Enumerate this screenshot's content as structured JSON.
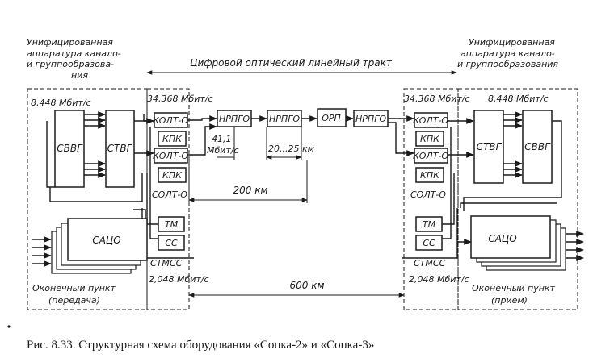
{
  "caption": "Рис. 8.33. Структурная схема оборудования «Сопка-2» и «Сопка-3»",
  "title_tract": "Цифровой оптический линейный тракт",
  "left": {
    "heading": [
      "Унифицированная",
      "аппаратура канало-",
      "и группообразова-",
      "ния"
    ],
    "rate_848": "8,448 Мбит/с",
    "rate_34": "34,368 Мбит/с",
    "rate_2048": "2,048 Мбит/с",
    "svvg": "СВВГ",
    "stvg": "СТВГ",
    "saco": "САЦО",
    "kolt1": "КОЛТ-О",
    "kpk1": "КПК",
    "kolt2": "КОЛТ-О",
    "kpk2": "КПК",
    "solt": "СОЛТ-О",
    "tm": "ТМ",
    "ss": "СС",
    "stmss": "СТМСС",
    "terminal": [
      "Оконечный пункт",
      "(передача)"
    ]
  },
  "right": {
    "heading": [
      "Унифицированная",
      "аппаратура канало-",
      "и группообразования"
    ],
    "rate_848": "8,448 Мбит/с",
    "rate_34": "34,368 Мбит/с",
    "rate_2048": "2,048 Мбит/с",
    "svvg": "СВВГ",
    "stvg": "СТВГ",
    "saco": "САЦО",
    "kolt1": "КОЛТ-О",
    "kpk1": "КПК",
    "kolt2": "КОЛТ-О",
    "kpk2": "КПК",
    "solt": "СОЛТ-О",
    "tm": "ТМ",
    "ss": "СС",
    "stmss": "СТМСС",
    "terminal": [
      "Оконечный пункт",
      "(прием)"
    ]
  },
  "line": {
    "nrp1": "НРПГО",
    "nrp2": "НРПГО",
    "orp": "ОРП",
    "nrp3": "НРПГО",
    "rate_411": [
      "41,1",
      "Мбит/с"
    ],
    "span": "20...25 км",
    "dist_200": "200 км",
    "dist_600": "600 км"
  }
}
